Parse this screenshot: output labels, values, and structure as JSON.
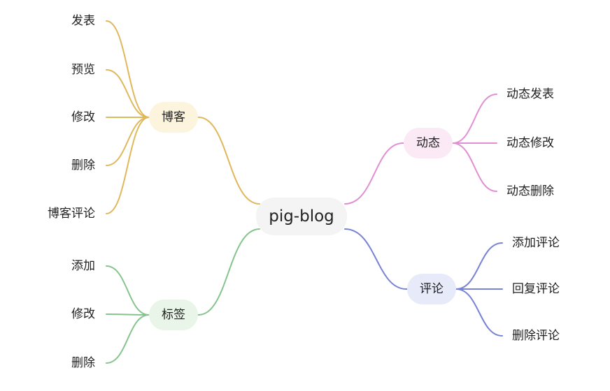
{
  "root": {
    "label": "pig-blog"
  },
  "branches": [
    {
      "id": "blog",
      "label": "博客",
      "color": "#dfb85c",
      "fill": "#fcf4dc",
      "children": [
        "发表",
        "预览",
        "修改",
        "删除",
        "博客评论"
      ]
    },
    {
      "id": "tag",
      "label": "标签",
      "color": "#86c48d",
      "fill": "#e8f5e8",
      "children": [
        "添加",
        "修改",
        "删除"
      ]
    },
    {
      "id": "moment",
      "label": "动态",
      "color": "#e18fd2",
      "fill": "#fbe9f5",
      "children": [
        "动态发表",
        "动态修改",
        "动态删除"
      ]
    },
    {
      "id": "comment",
      "label": "评论",
      "color": "#7883d5",
      "fill": "#e7eaf9",
      "children": [
        "添加评论",
        "回复评论",
        "删除评论"
      ]
    }
  ]
}
